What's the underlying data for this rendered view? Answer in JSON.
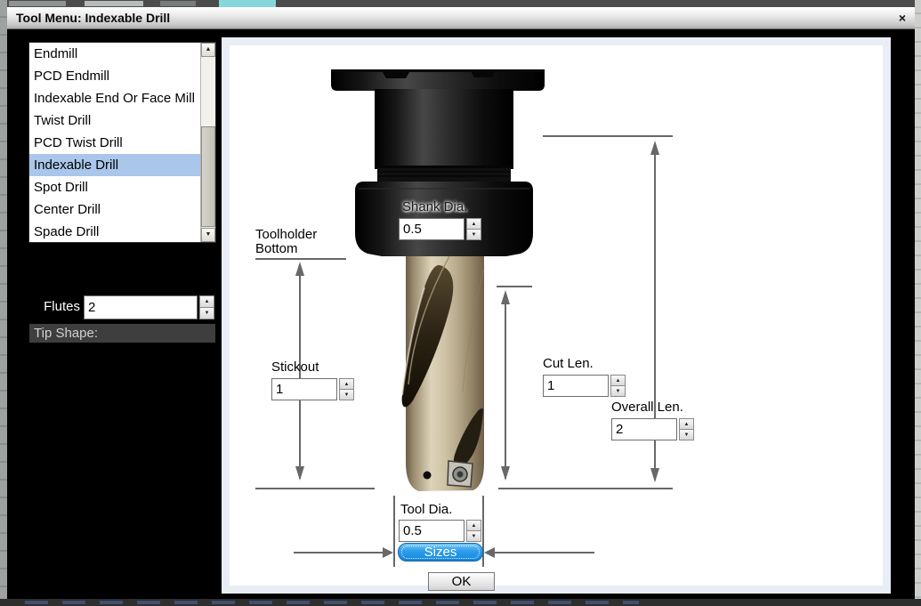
{
  "dialog": {
    "title": "Tool Menu: Indexable Drill"
  },
  "icons": {
    "close": "×",
    "spin_up": "▲",
    "spin_down": "▼",
    "scroll_up": "▲",
    "scroll_down": "▼"
  },
  "tool_list": {
    "items": [
      "Endmill",
      "PCD Endmill",
      "Indexable End Or Face Mill",
      "Twist Drill",
      "PCD Twist Drill",
      "Indexable Drill",
      "Spot Drill",
      "Center Drill",
      "Spade Drill"
    ],
    "selected": "Indexable Drill"
  },
  "left_panel": {
    "flutes_label": "Flutes",
    "flutes_value": "2",
    "tip_shape_label": "Tip Shape:"
  },
  "diagram": {
    "shank_dia": {
      "label": "Shank Dia.",
      "value": "0.5"
    },
    "toolholder_bottom_line1": "Toolholder",
    "toolholder_bottom_line2": "Bottom",
    "stickout": {
      "label": "Stickout",
      "value": "1"
    },
    "cut_len": {
      "label": "Cut Len.",
      "value": "1"
    },
    "overall_len": {
      "label": "Overall Len.",
      "value": "2"
    },
    "tool_dia": {
      "label": "Tool Dia.",
      "value": "0.5"
    },
    "sizes_button": "Sizes",
    "ok_button": "OK"
  },
  "colors": {
    "selection_blue": "#aac6ea",
    "sizes_button_blue": "#2196e8",
    "dimension_gray": "#686868",
    "tip_shape_bar": "#3e3e3e",
    "panel_border": "#e9eef6",
    "titlebar_gradient_top": "#fdfdfd",
    "titlebar_gradient_bottom": "#aeaeae"
  }
}
